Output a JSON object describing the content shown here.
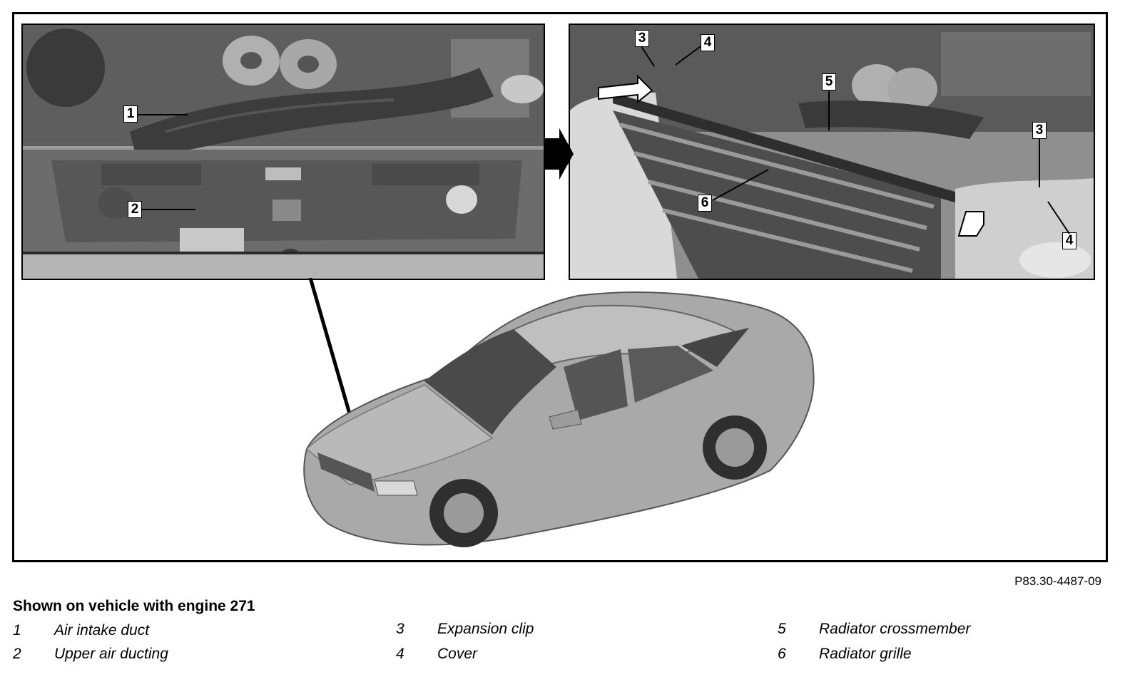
{
  "figure_code": "P83.30-4487-09",
  "caption_title": "Shown on vehicle with engine 271",
  "legend": [
    {
      "num": "1",
      "label": "Air intake duct"
    },
    {
      "num": "2",
      "label": "Upper air ducting"
    },
    {
      "num": "3",
      "label": "Expansion clip"
    },
    {
      "num": "4",
      "label": "Cover"
    },
    {
      "num": "5",
      "label": "Radiator crossmember"
    },
    {
      "num": "6",
      "label": "Radiator grille"
    }
  ],
  "callouts": {
    "left": [
      "1",
      "2"
    ],
    "right": [
      "3",
      "4",
      "5",
      "3",
      "6",
      "4"
    ]
  }
}
